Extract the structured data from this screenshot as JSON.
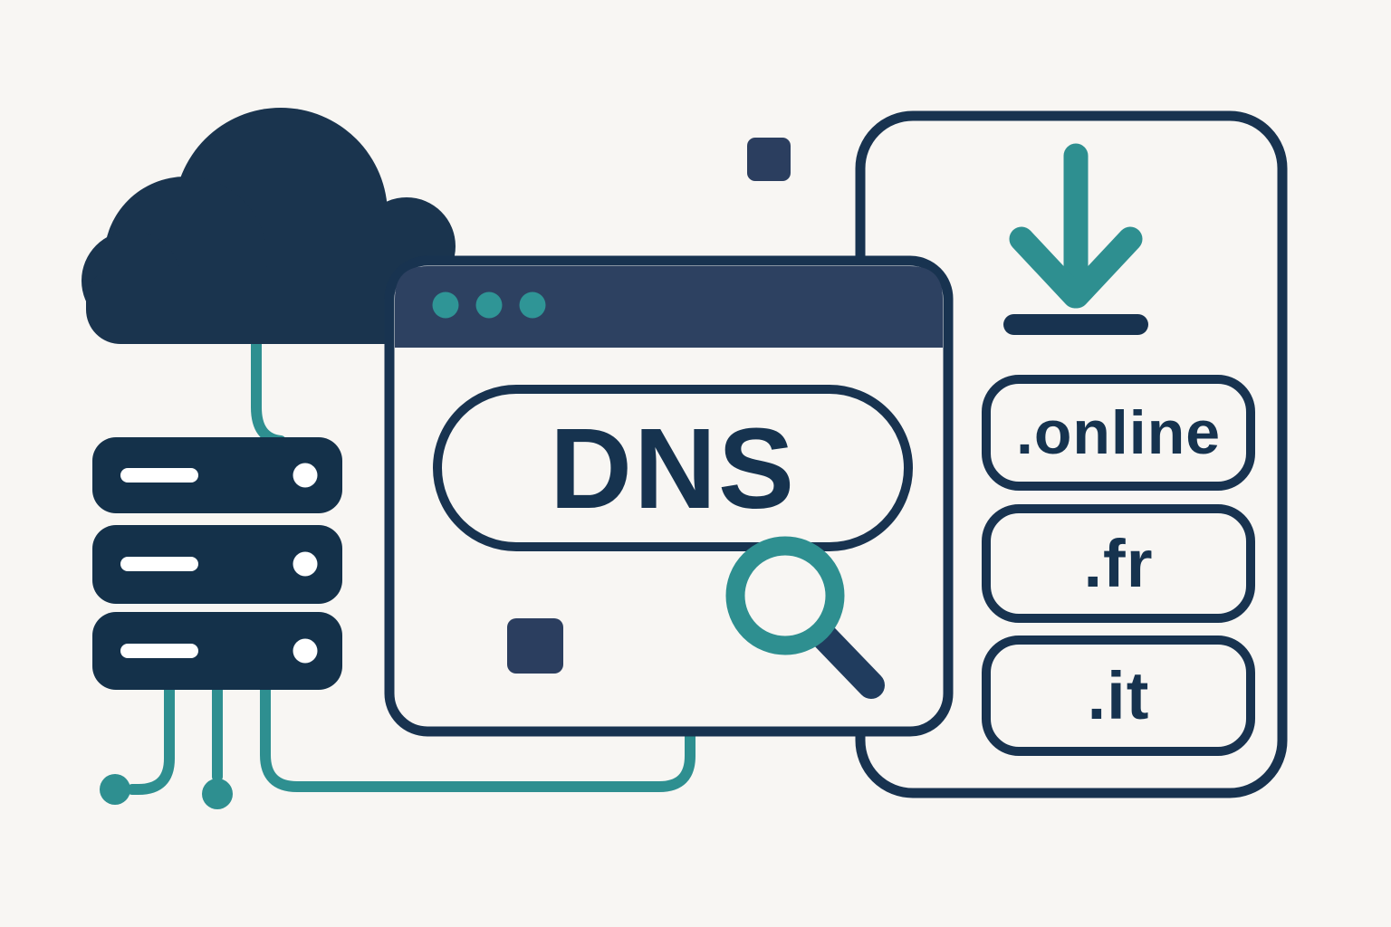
{
  "browser": {
    "search_label": "DNS"
  },
  "domain_panel": {
    "tlds": [
      ".online",
      ".fr",
      ".it"
    ]
  },
  "icons": {
    "cloud": "cloud-icon",
    "server_stack": "server-stack-icon",
    "window_dots": "window-controls-dots",
    "magnifier": "search-magnifier-icon",
    "download": "download-arrow-icon"
  },
  "colors": {
    "background": "#f8f6f3",
    "navy_dark": "#14314a",
    "navy_cloud": "#1a344e",
    "navy_outline": "#183350",
    "navy_titlebar": "#2d4161",
    "navy_square": "#2b3e5f",
    "teal": "#2e8f90",
    "teal_dot": "#2f9596",
    "text": "#16334f",
    "white": "#ffffff"
  }
}
